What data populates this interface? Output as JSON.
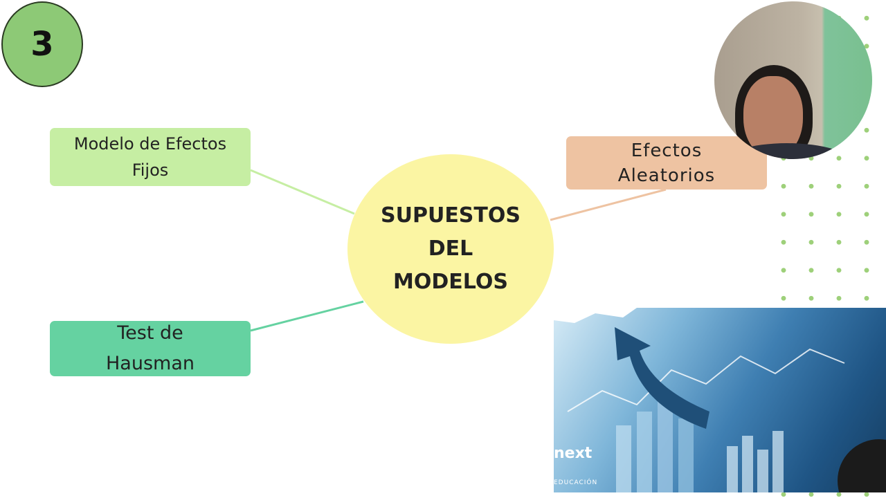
{
  "slide": {
    "step_number": "3",
    "center": {
      "line1": "SUPUESTOS",
      "line2": "DEL",
      "line3": "MODELOS"
    },
    "nodes": {
      "fixed_effects": {
        "line1": "Modelo de Efectos",
        "line2": "Fijos"
      },
      "random_effects": {
        "line1": "Efectos",
        "line2": "Aleatorios"
      },
      "hausman": {
        "line1": "Test de",
        "line2": "Hausman"
      }
    },
    "photo": {
      "brand": "next",
      "brand_sub": "EDUCACIÓN"
    }
  },
  "colors": {
    "badge": "#8dc976",
    "center": "#fbf5a3",
    "fixed_effects": "#c6eea3",
    "random_effects": "#eec3a2",
    "hausman": "#65d2a1",
    "dots": "#9ed07a"
  }
}
